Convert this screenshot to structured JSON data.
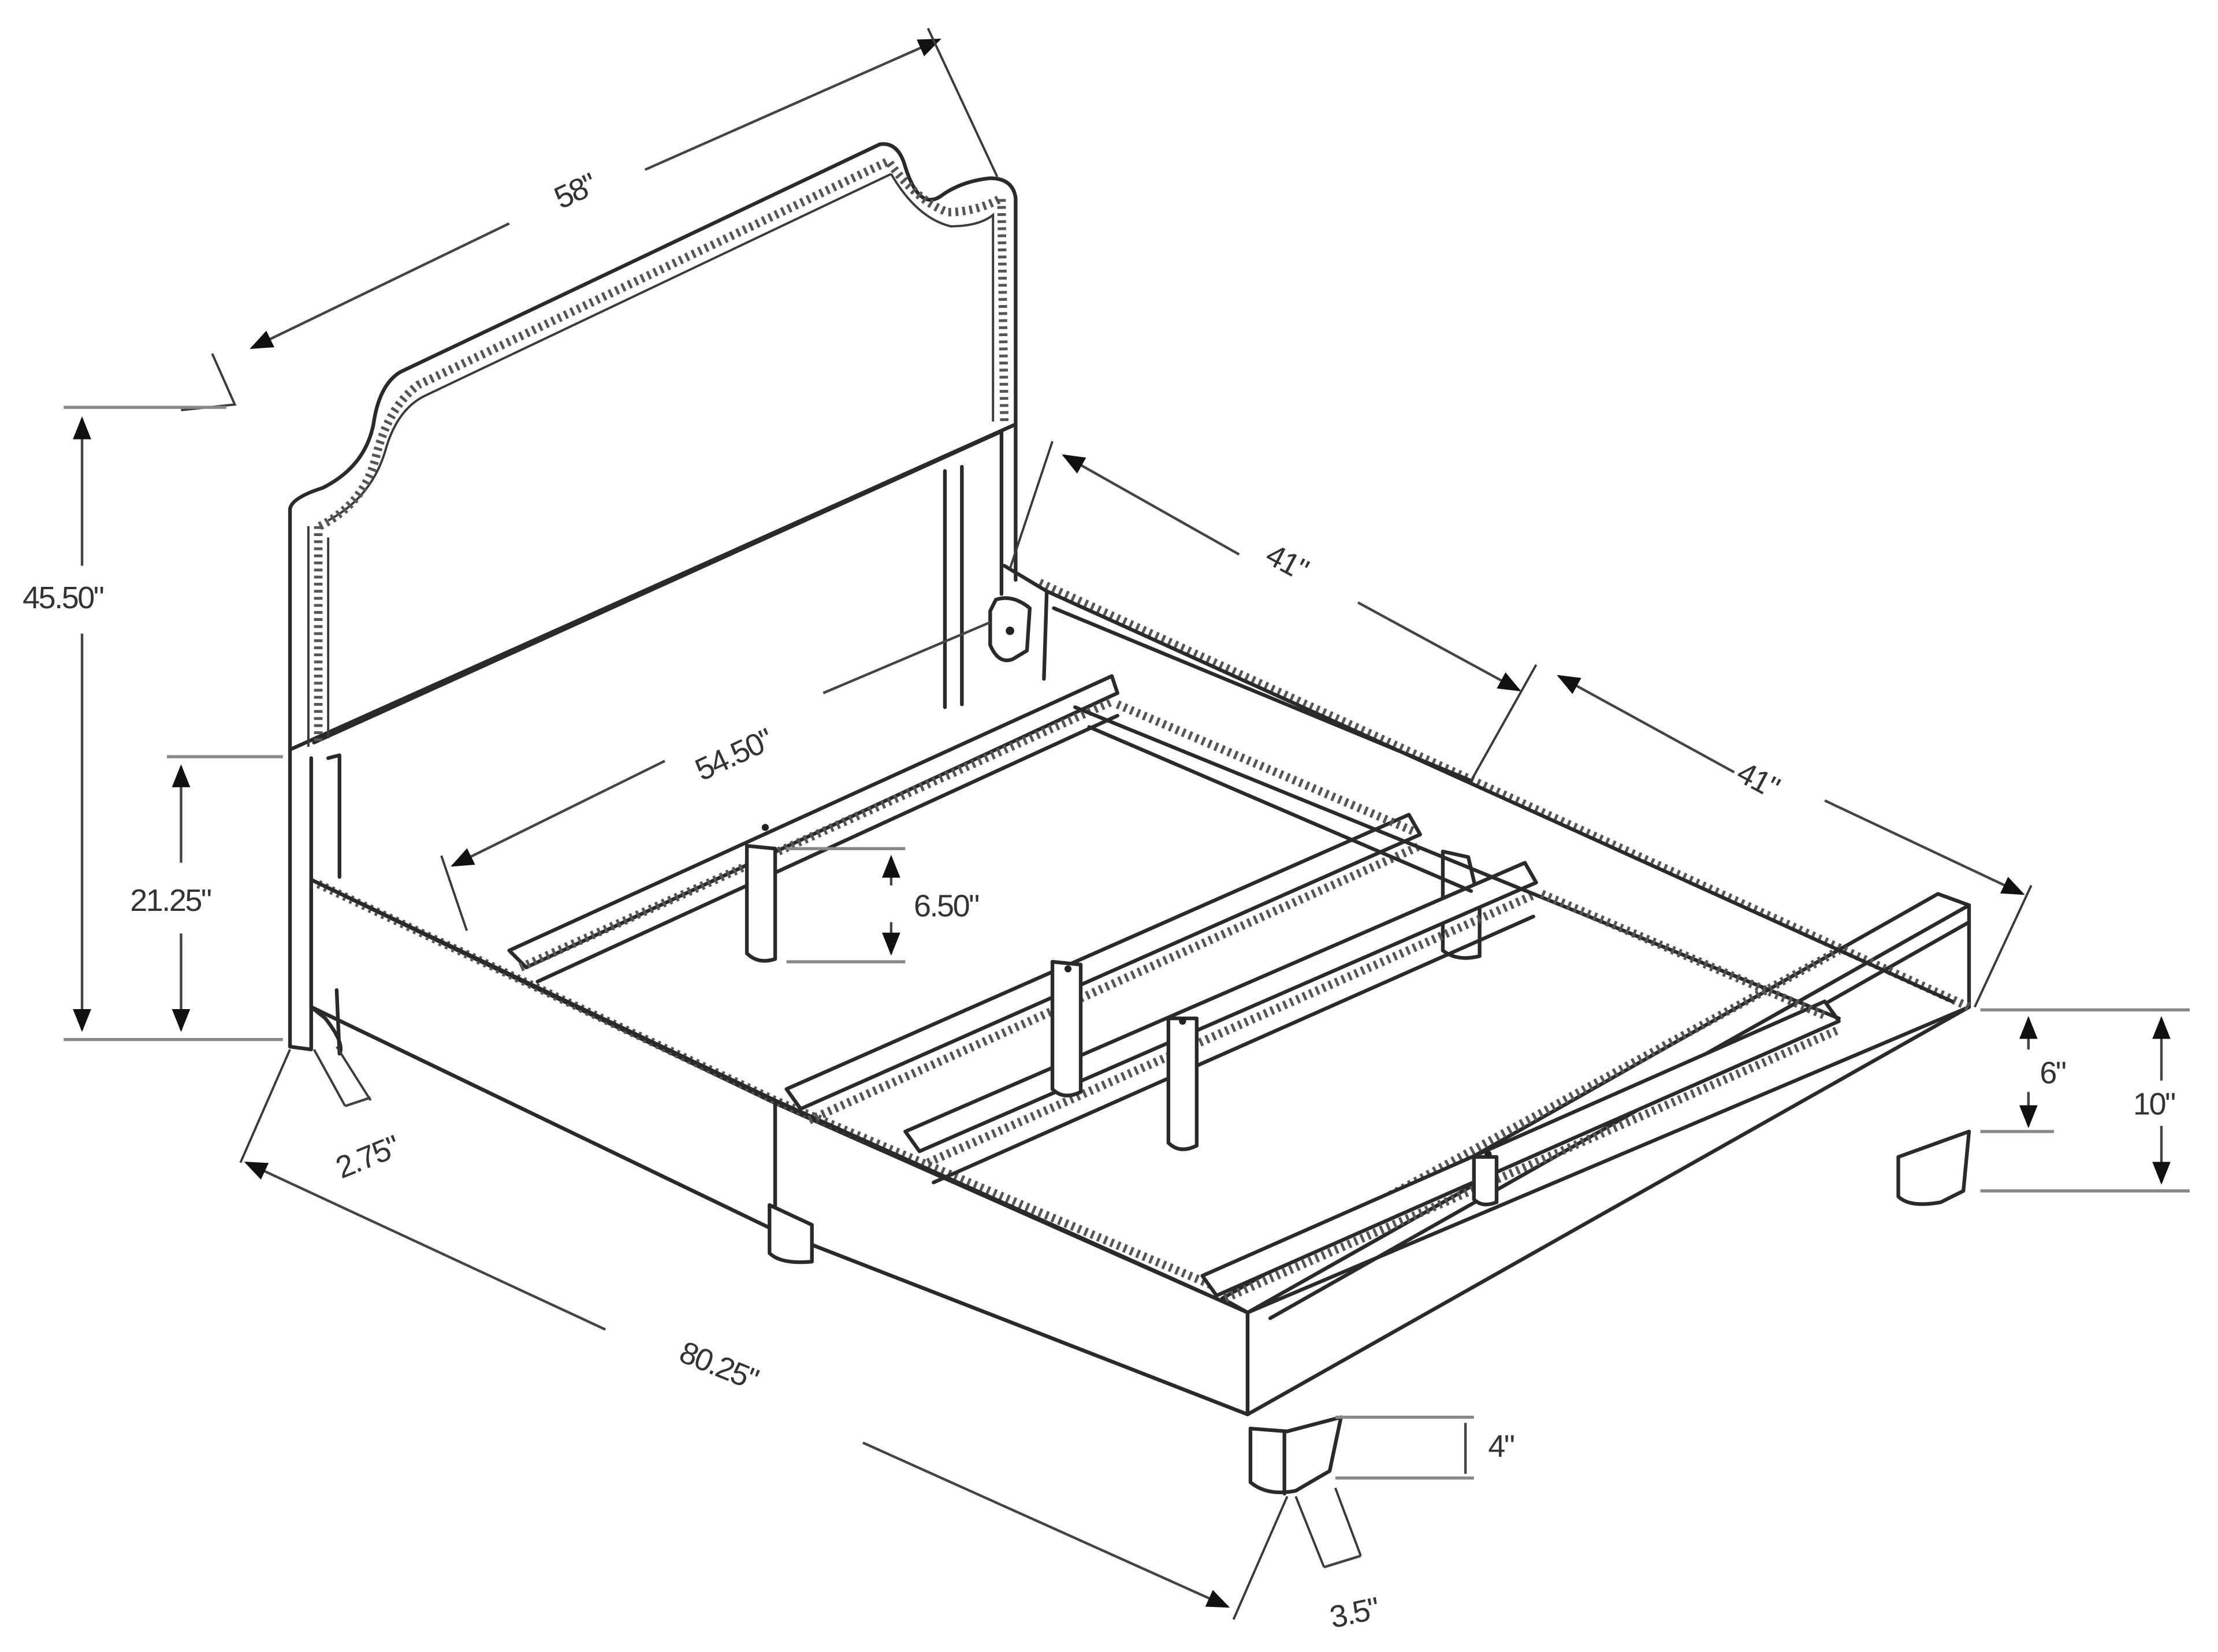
{
  "diagram": {
    "title": "Bed frame dimension drawing",
    "subject": "Upholstered bed with nailhead-trim headboard, wooden slats and center support legs",
    "line_color": "#2a2a2a",
    "background": "#ffffff"
  },
  "dimensions": {
    "headboard_width": "58\"",
    "total_height": "45.50\"",
    "headboard_post_height": "21.25\"",
    "inner_width": "54.50\"",
    "side_rail_half_1": "41\"",
    "side_rail_half_2": "41\"",
    "center_leg_height": "6.50\"",
    "rail_height": "6\"",
    "frame_height": "10\"",
    "post_width": "2.75\"",
    "overall_length": "80.25\"",
    "foot_leg_height": "4\"",
    "foot_leg_width": "3.5\""
  }
}
